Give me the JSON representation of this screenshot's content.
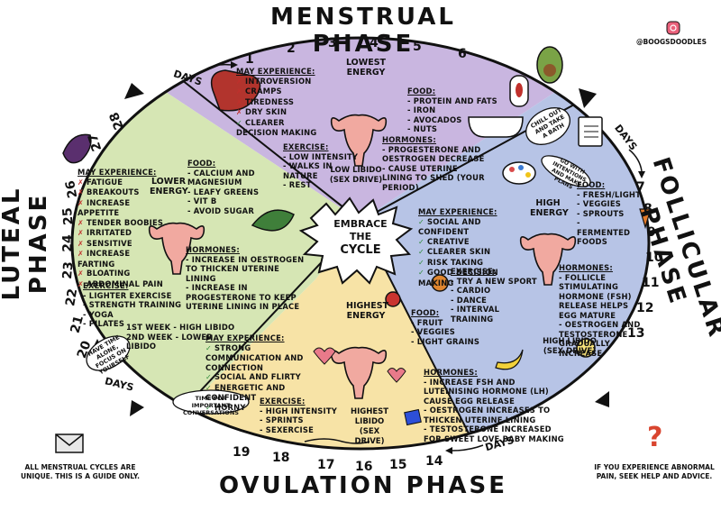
{
  "header": {
    "handle": "@BOOGSDOODLES",
    "center_text_line1": "EMBRACE",
    "center_text_line2": "THE",
    "center_text_line3": "CYCLE"
  },
  "phases": {
    "menstrual": {
      "title": "MENSTRUAL PHASE",
      "color": "#c9b6e0",
      "days_label": "DAYS",
      "days": [
        "1",
        "2",
        "3",
        "4",
        "5",
        "6"
      ],
      "energy": "LOWEST ENERGY",
      "libido": "LOW LIBIDO (SEX DRIVE)",
      "may_experience_title": "MAY EXPERIENCE:",
      "may_experience": [
        "INTROVERSION",
        "CRAMPS",
        "TIREDNESS",
        "DRY SKIN",
        "CLEARER DECISION MAKING"
      ],
      "exercise_title": "EXERCISE:",
      "exercise": [
        "LOW INTENSITY",
        "WALKS IN NATURE",
        "REST"
      ],
      "food_title": "FOOD:",
      "food": [
        "PROTEIN AND FATS",
        "IRON",
        "AVOCADOS",
        "NUTS"
      ],
      "hormones_title": "HORMONES:",
      "hormones": [
        "PROGESTERONE AND OESTROGEN DECREASE",
        "CAUSE UTERINE LINING TO SHED (YOUR PERIOD)"
      ],
      "bath_note": "CHILL OUT AND TAKE A BATH"
    },
    "follicular": {
      "title": "FOLLICULAR PHASE",
      "color": "#b7c4e6",
      "days_label": "DAYS",
      "days": [
        "7",
        "8",
        "9",
        "10",
        "11",
        "12",
        "13"
      ],
      "energy": "HIGH ENERGY",
      "libido": "HIGH LIBIDO (SEX DRIVE)",
      "may_experience_title": "MAY EXPERIENCE:",
      "may_experience": [
        "SOCIAL AND CONFIDENT",
        "CREATIVE",
        "CLEARER SKIN",
        "RISK TAKING",
        "GOOD DECISION MAKING"
      ],
      "exercise_title": "EXERCISE:",
      "exercise": [
        "TRY A NEW SPORT",
        "CARDIO",
        "DANCE",
        "INTERVAL TRAINING"
      ],
      "food_title": "FOOD:",
      "food": [
        "FRESH/LIGHT",
        "VEGGIES",
        "SPROUTS",
        "FERMENTED FOODS"
      ],
      "hormones_title": "HORMONES:",
      "hormones": [
        "FOLLICLE STIMULATING HORMONE (FSH) RELEASE HELPS EGG MATURE",
        "OESTROGEN AND TESTOSTERONE GRADUALLY INCREASE"
      ],
      "plan_note": "GO WITH INTENTIONS AND MAKE PLANS"
    },
    "ovulation": {
      "title": "OVULATION PHASE",
      "color": "#f7e3a6",
      "days_label": "DAYS",
      "days": [
        "14",
        "15",
        "16",
        "17",
        "18",
        "19"
      ],
      "energy": "HIGHEST ENERGY",
      "libido": "HIGHEST LIBIDO (SEX DRIVE)",
      "may_experience_title": "MAY EXPERIENCE:",
      "may_experience": [
        "STRONG COMMUNICATION AND CONNECTION",
        "SOCIAL AND FLIRTY",
        "ENERGETIC AND CONFIDENT",
        "HORNY"
      ],
      "exercise_title": "EXERCISE:",
      "exercise": [
        "HIGH INTENSITY",
        "SPRINTS",
        "SEXERCISE"
      ],
      "food_title": "FOOD:",
      "food": [
        "FRUIT",
        "VEGGIES",
        "LIGHT GRAINS"
      ],
      "hormones_title": "HORMONES:",
      "hormones": [
        "INCREASE FSH AND LUTEINISING HORMONE (LH) CAUSE EGG RELEASE",
        "OESTROGEN INCREASES TO THICKEN UTERINE LINING",
        "TESTOSTERONE INCREASED FOR SWEET LOVE BABY MAKING"
      ],
      "talk_note": "TIME FOR IMPORTANT CONVERSATIONS"
    },
    "luteal": {
      "title": "LUTEAL PHASE",
      "color": "#d6e6b4",
      "days_label": "DAYS",
      "days": [
        "20",
        "21",
        "22",
        "23",
        "24",
        "25",
        "26",
        "27",
        "28"
      ],
      "energy": "LOWER ENERGY",
      "libido_week1": "1ST WEEK - HIGH LIBIDO",
      "libido_week2": "2ND WEEK - LOWER LIBIDO",
      "may_experience_title": "MAY EXPERIENCE:",
      "may_experience": [
        "FATIGUE",
        "BREAKOUTS",
        "INCREASE APPETITE",
        "TENDER BOOBIES",
        "IRRITATED",
        "SENSITIVE",
        "INCREASE FARTING",
        "BLOATING",
        "ABDOMINAL PAIN"
      ],
      "exercise_title": "EXERCISE:",
      "exercise": [
        "LIGHTER EXERCISE",
        "STRENGTH TRAINING",
        "YOGA",
        "PILATES"
      ],
      "food_title": "FOOD:",
      "food": [
        "CALCIUM AND MAGNESIUM",
        "LEAFY GREENS",
        "VIT B",
        "AVOID SUGAR"
      ],
      "hormones_title": "HORMONES:",
      "hormones": [
        "INCREASE IN OESTROGEN TO THICKEN UTERINE LINING",
        "INCREASE IN PROGESTERONE TO KEEP UTERINE LINING IN PLACE"
      ],
      "alone_note": "HAVE TIME ALONE, FOCUS ON YOURSELF"
    }
  },
  "footer": {
    "left_note": "ALL MENSTRUAL CYCLES ARE UNIQUE. THIS IS A GUIDE ONLY.",
    "right_note": "IF YOU EXPERIENCE ABNORMAL PAIN, SEEK HELP AND ADVICE.",
    "question_mark": "?"
  },
  "symbols": {
    "cross": "✗",
    "check": "✓"
  }
}
